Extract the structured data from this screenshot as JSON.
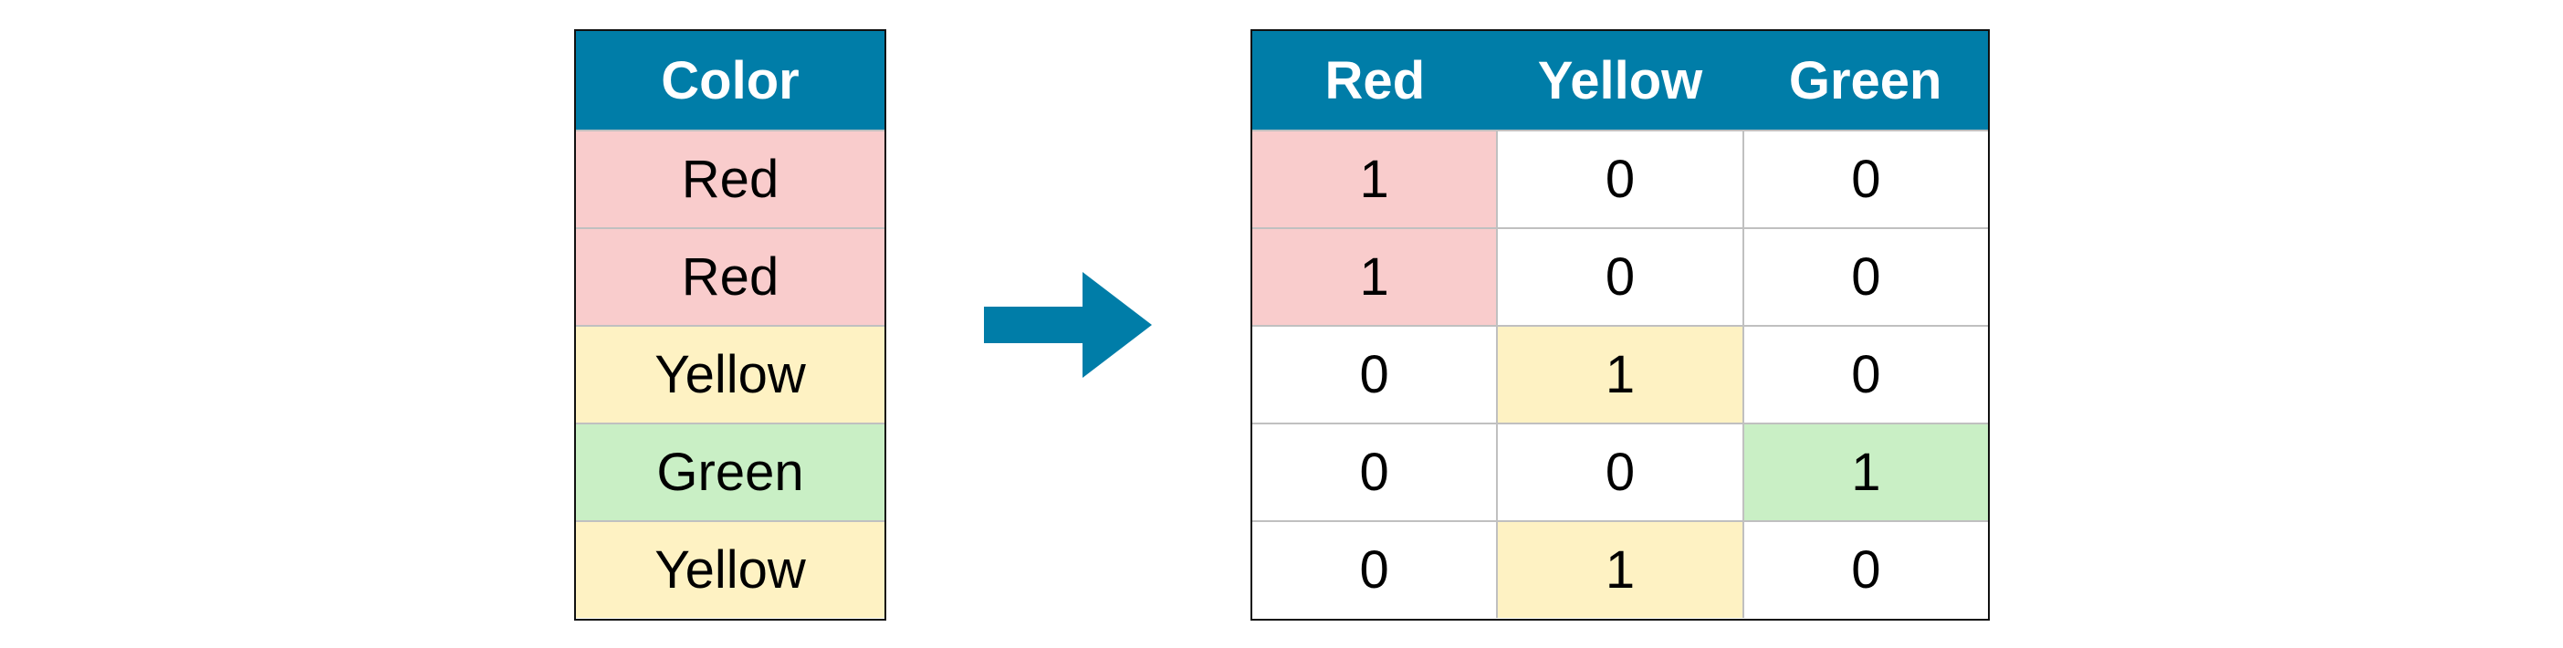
{
  "colors": {
    "header_bg": "#007DA8",
    "header_text": "#FFFFFF",
    "red": "#F9CCCC",
    "yellow": "#FEF2C3",
    "green": "#C9EFC5",
    "neutral": "#FFFFFF",
    "arrow": "#007DA8"
  },
  "left_table": {
    "header": "Color",
    "rows": [
      {
        "value": "Red",
        "color": "red"
      },
      {
        "value": "Red",
        "color": "red"
      },
      {
        "value": "Yellow",
        "color": "yellow"
      },
      {
        "value": "Green",
        "color": "green"
      },
      {
        "value": "Yellow",
        "color": "yellow"
      }
    ]
  },
  "arrow": {
    "icon": "right-arrow-icon",
    "direction": "right"
  },
  "right_table": {
    "headers": [
      "Red",
      "Yellow",
      "Green"
    ],
    "rows": [
      [
        "1",
        "0",
        "0"
      ],
      [
        "1",
        "0",
        "0"
      ],
      [
        "0",
        "1",
        "0"
      ],
      [
        "0",
        "0",
        "1"
      ],
      [
        "0",
        "1",
        "0"
      ]
    ],
    "highlight": [
      [
        "red",
        "neutral",
        "neutral"
      ],
      [
        "red",
        "neutral",
        "neutral"
      ],
      [
        "neutral",
        "yellow",
        "neutral"
      ],
      [
        "neutral",
        "neutral",
        "green"
      ],
      [
        "neutral",
        "yellow",
        "neutral"
      ]
    ]
  }
}
